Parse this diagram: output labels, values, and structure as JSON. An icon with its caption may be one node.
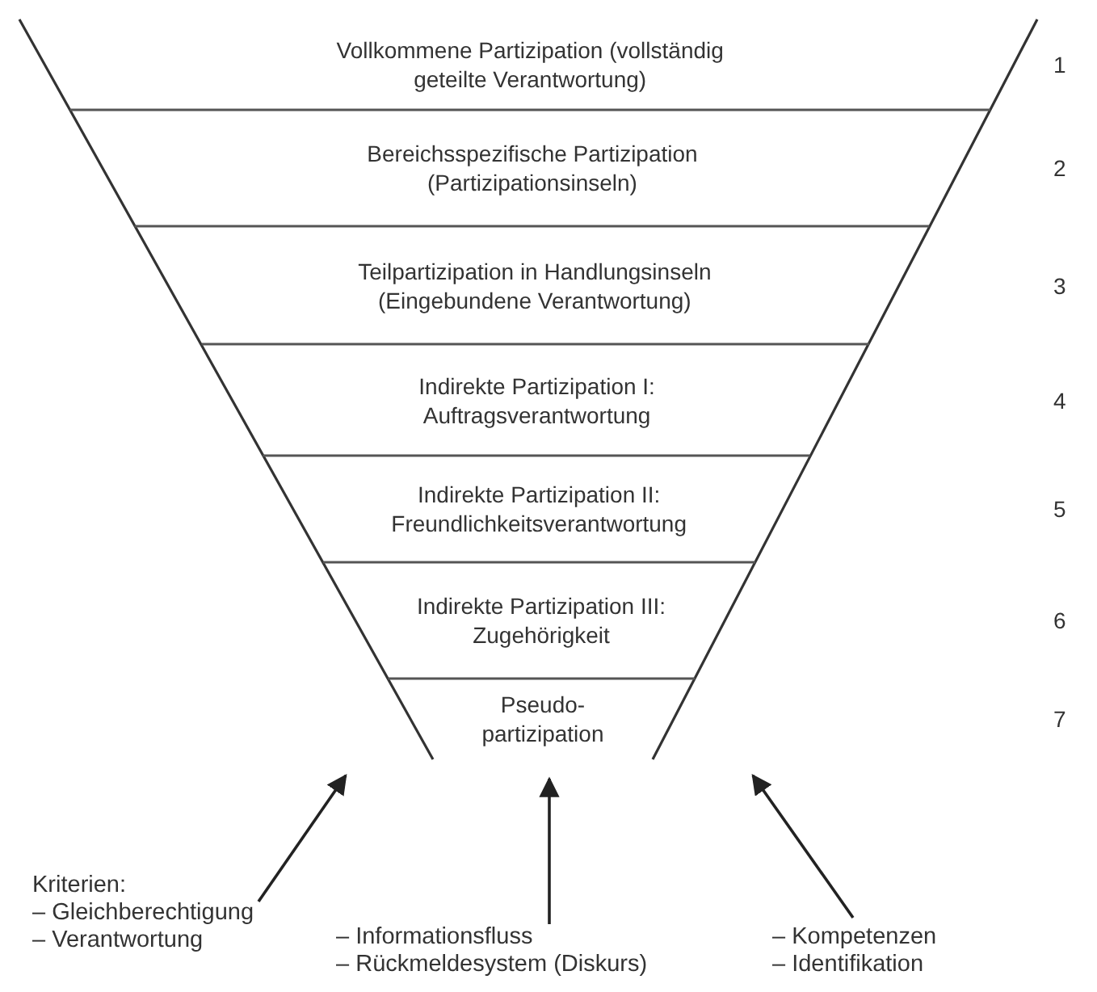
{
  "diagram": {
    "nodes": [
      {
        "text": [],
        "shape": "funnel"
      },
      {
        "text": [
          "Vollkommene Partizipation (vollständig geteilte Verantwortung)"
        ],
        "in": 0
      },
      {
        "text": [
          "Bereichsspezifische Partizipation (Partizipationsinseln)"
        ],
        "in": 0
      },
      {
        "text": [
          "Teilpartizipation in Handlungsinseln (Eingebundene Verantwortung)"
        ],
        "in": 0
      },
      {
        "text": [
          "Indirekte Partizipation I: Auftragsverantwortung"
        ],
        "in": 0
      },
      {
        "text": [
          "Indirekte Partizipation II: Freundlichkeitsverantwortung"
        ],
        "in": 0
      },
      {
        "text": [
          "Indirekte Partizipation III: Zugehörigkeit"
        ],
        "in": 0
      },
      {
        "text": [
          "Pseudo- partizipation"
        ],
        "in": 0
      },
      {
        "text": [
          "Kriterien:",
          "– Gleichberechtigung",
          "– Verantwortung"
        ]
      },
      {
        "text": [
          "– Informationsfluss",
          "– Rückmeldesystem (Diskurs)"
        ]
      },
      {
        "text": [
          "– Kompetenzen",
          "– Identifikation"
        ]
      }
    ],
    "edges": [
      {
        "from": 8,
        "to": 0,
        "arrow": "to"
      },
      {
        "from": 9,
        "to": 0,
        "arrow": "to"
      },
      {
        "from": 10,
        "to": 0,
        "arrow": "to"
      }
    ],
    "labels": [
      "1",
      "2",
      "3",
      "4",
      "5",
      "6",
      "7"
    ]
  }
}
